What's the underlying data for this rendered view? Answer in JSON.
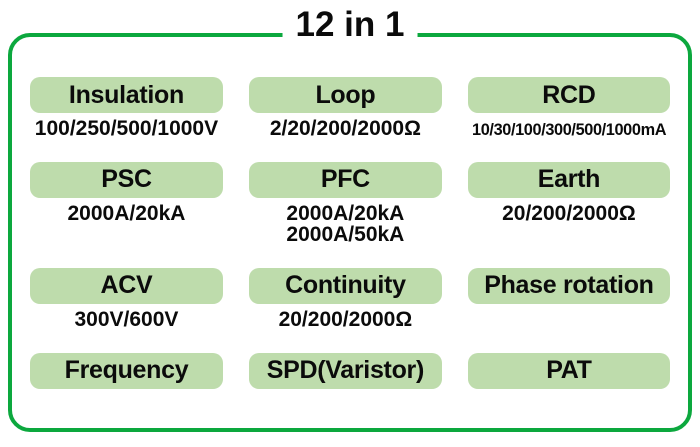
{
  "title": "12 in 1",
  "colors": {
    "border_green": "#0ca83e",
    "badge_green": "#bedcac",
    "text": "#0b0b0b"
  },
  "grid": {
    "columns": 3,
    "cells": [
      {
        "label": "Insulation",
        "values": [
          "100/250/500/1000V"
        ],
        "condensed": false
      },
      {
        "label": "Loop",
        "values": [
          "2/20/200/2000Ω"
        ],
        "condensed": false
      },
      {
        "label": "RCD",
        "values": [
          "10/30/100/300/500/1000mA"
        ],
        "condensed": true
      },
      {
        "label": "PSC",
        "values": [
          "2000A/20kA"
        ],
        "condensed": false
      },
      {
        "label": "PFC",
        "values": [
          "2000A/20kA",
          "2000A/50kA"
        ],
        "condensed": false
      },
      {
        "label": "Earth",
        "values": [
          "20/200/2000Ω"
        ],
        "condensed": false
      },
      {
        "label": "ACV",
        "values": [
          "300V/600V"
        ],
        "condensed": false
      },
      {
        "label": "Continuity",
        "values": [
          "20/200/2000Ω"
        ],
        "condensed": false
      },
      {
        "label": "Phase rotation",
        "values": [],
        "condensed": false
      },
      {
        "label": "Frequency",
        "values": [],
        "condensed": false
      },
      {
        "label": "SPD(Varistor)",
        "values": [],
        "condensed": false
      },
      {
        "label": "PAT",
        "values": [],
        "condensed": false
      }
    ]
  }
}
